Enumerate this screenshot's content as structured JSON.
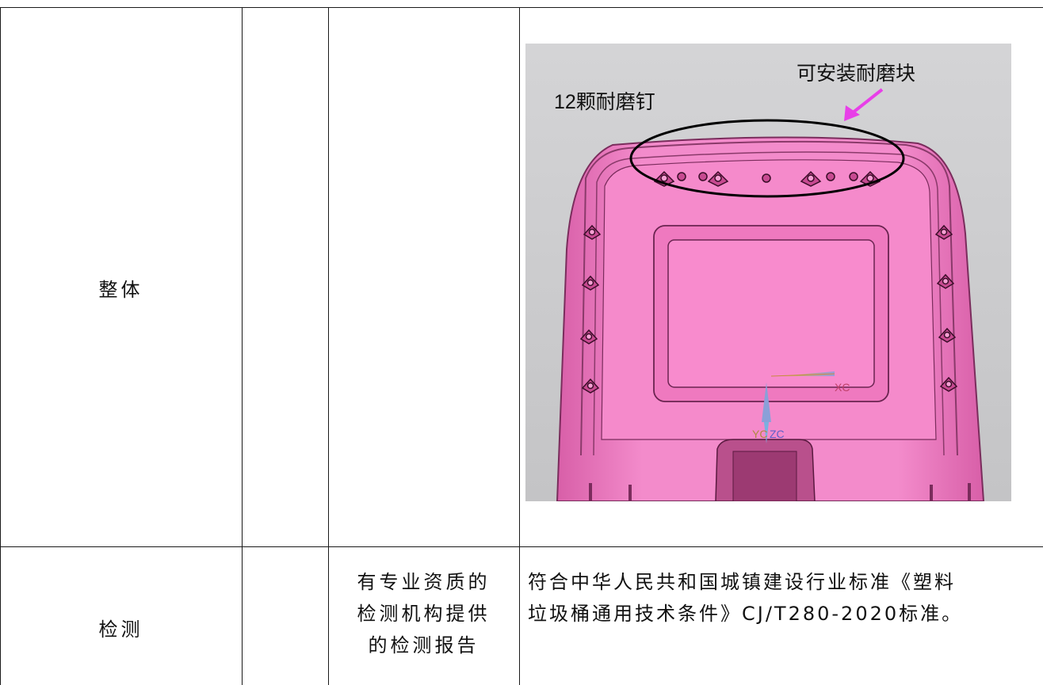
{
  "rows": [
    {
      "col1": "整体",
      "col2": "",
      "col3": "",
      "figure": {
        "label_nails": "12颗耐磨钉",
        "label_block": "可安装耐磨块",
        "axis_xc": "XC",
        "axis_yc": "YC",
        "axis_zc": "ZC",
        "colors": {
          "body": "#f27fc6",
          "body_dark": "#c94f95",
          "background": "#cfcfd1",
          "arrow": "#e83fe8",
          "ellipse": "#000000"
        }
      }
    },
    {
      "col1": "检测",
      "col2": "",
      "col3_lines": [
        "有专业资质的",
        "检测机构提供",
        "的检测报告"
      ],
      "col4_lines": [
        "符合中华人民共和国城镇建设行业标准《塑料",
        "垃圾桶通用技术条件》CJ/T280-2020标准。"
      ]
    }
  ]
}
